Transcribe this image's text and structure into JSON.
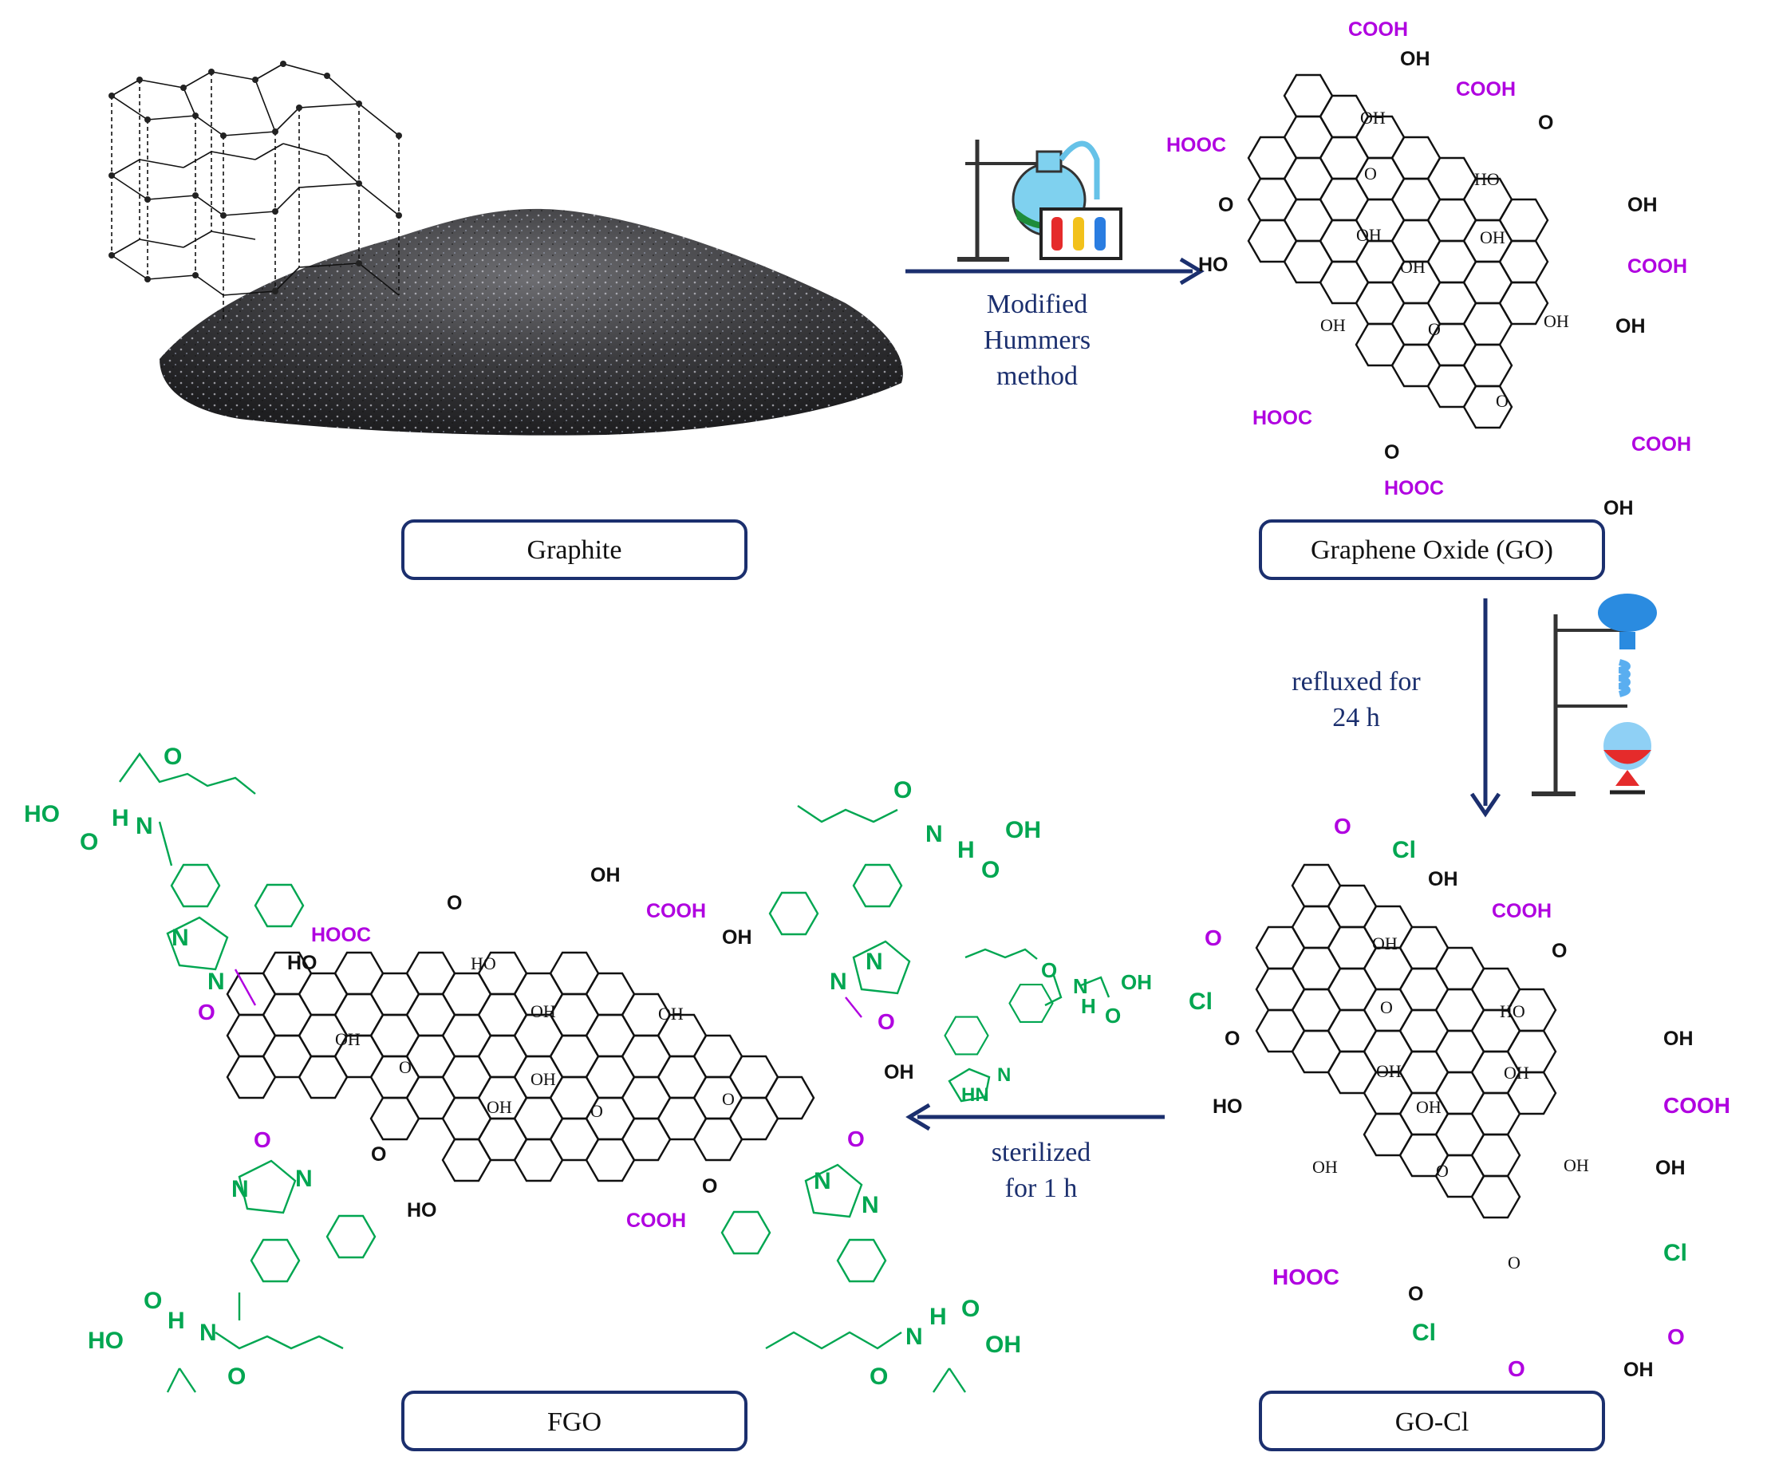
{
  "labels": {
    "graphite": "Graphite",
    "go": "Graphene Oxide (GO)",
    "gocl": "GO-Cl",
    "fgo": "FGO"
  },
  "steps": {
    "step1": [
      "Modified",
      "Hummers",
      "method"
    ],
    "step2": [
      "refluxed for",
      "24 h"
    ],
    "step3": [
      "sterilized",
      "for 1 h"
    ]
  },
  "chem": {
    "cooh": "COOH",
    "hooc": "HOOC",
    "oh": "OH",
    "ho": "HO",
    "o": "O",
    "cl": "Cl",
    "n": "N",
    "h": "H",
    "hn": "HN"
  },
  "colors": {
    "accent_navy": "#1b2f6e",
    "carboxyl_purple": "#b000e0",
    "valsartan_green": "#00a651",
    "bond_black": "#111111"
  },
  "icons": [
    "lab-apparatus-icon",
    "reflux-apparatus-icon",
    "graphite-lattice-icon",
    "graphite-powder-image"
  ]
}
